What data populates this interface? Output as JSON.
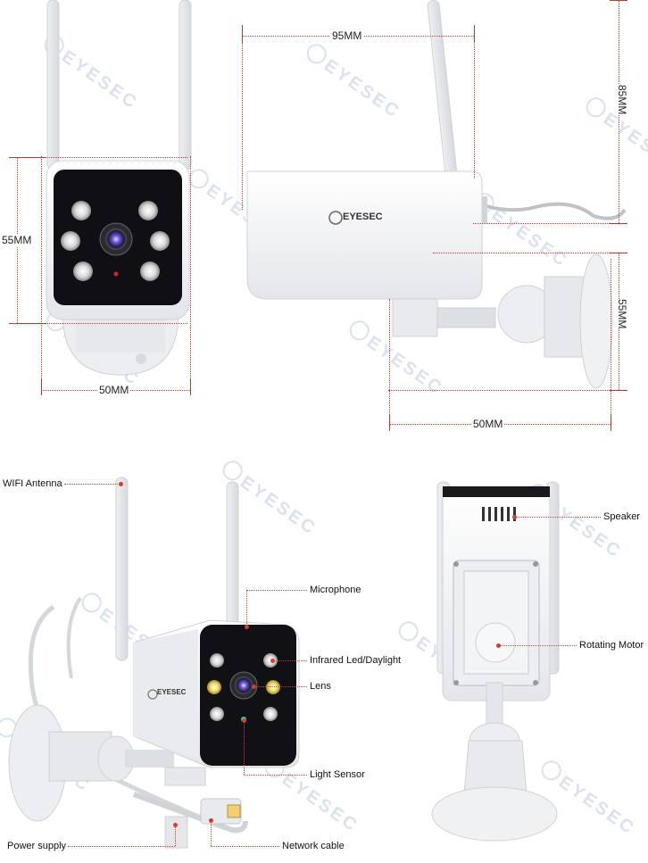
{
  "dimensions": {
    "front_height": "55MM",
    "front_width": "50MM",
    "side_length": "95MM",
    "side_height": "85MM",
    "mount_height": "55MM",
    "mount_width": "50MM"
  },
  "brand": "EYESEC",
  "callouts": {
    "wifi_antenna": "WIFI Antenna",
    "microphone": "Microphone",
    "infrared_led": "Infrared Led/Daylight",
    "lens": "Lens",
    "light_sensor": "Light Sensor",
    "power_supply": "Power supply",
    "network_cable": "Network cable",
    "speaker": "Speaker",
    "rotating_motor": "Rotating Motor"
  },
  "watermark": "EYESEC"
}
